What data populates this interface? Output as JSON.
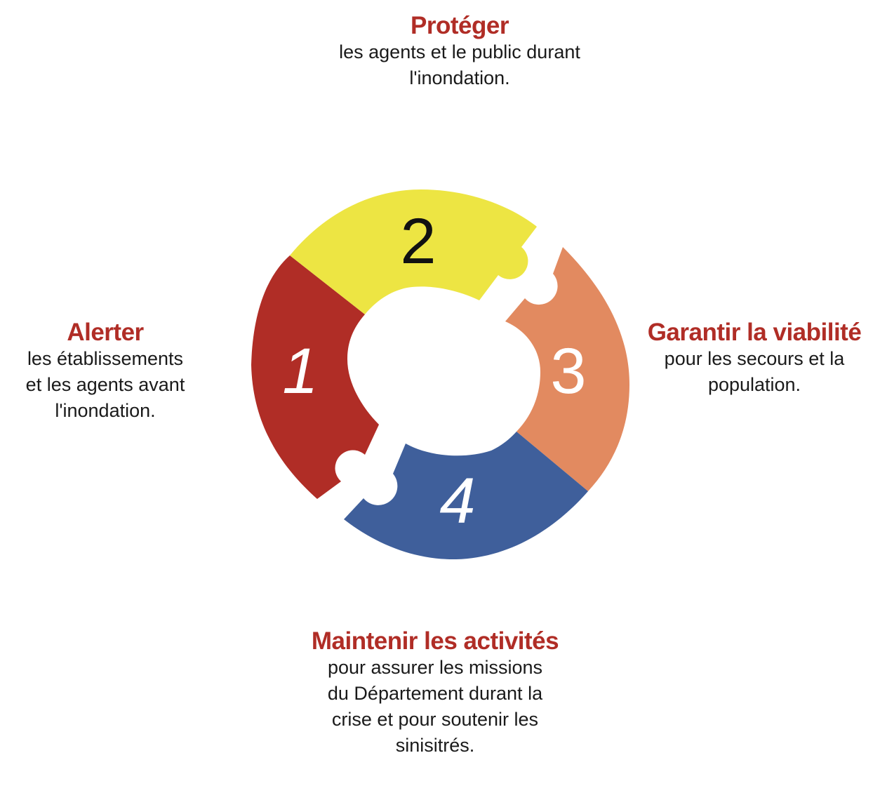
{
  "diagram": {
    "colors": {
      "title": "#b02d26",
      "text": "#1a1a1a",
      "segment1": "#b02d26",
      "segment2": "#ede543",
      "segment3": "#e28a60",
      "segment4": "#3f5f9b",
      "number_dark": "#111111",
      "number_light": "#ffffff"
    },
    "segments": [
      {
        "number": "1"
      },
      {
        "number": "2"
      },
      {
        "number": "3"
      },
      {
        "number": "4"
      }
    ],
    "steps": {
      "top": {
        "title": "Protéger",
        "lines": [
          "les agents et le public durant",
          "l'inondation."
        ]
      },
      "left": {
        "title": "Alerter",
        "lines": [
          "les établissements",
          "et les agents avant",
          "l'inondation."
        ]
      },
      "right": {
        "title": "Garantir la viabilité",
        "lines": [
          "pour les secours et la",
          "population."
        ]
      },
      "bottom": {
        "title": "Maintenir les activités",
        "lines": [
          "pour assurer les missions",
          "du Département durant la",
          "crise et pour soutenir les",
          "sinisitrés."
        ]
      }
    }
  }
}
